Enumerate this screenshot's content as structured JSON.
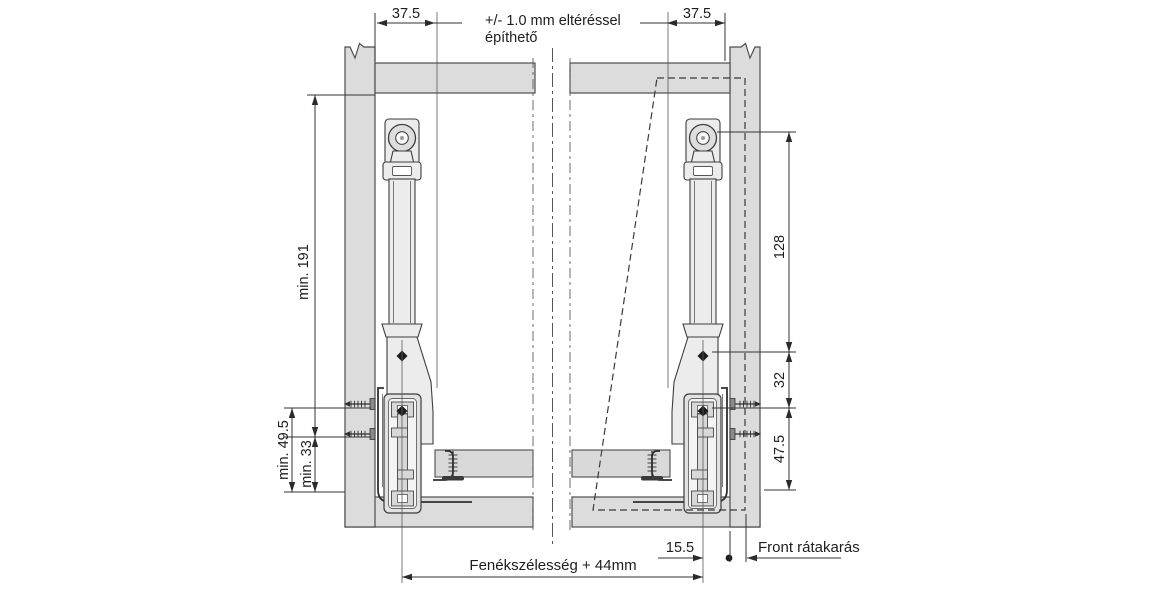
{
  "diagram": {
    "kind": "drawer-slide-mounting-cross-section",
    "labels": {
      "top_left_width": "37.5",
      "top_right_width": "37.5",
      "tolerance_note_line1": "+/- 1.0 mm eltéréssel",
      "tolerance_note_line2": "építhető",
      "left_min_height": "min. 191",
      "left_min_outer": "min. 49.5",
      "left_min_inner": "min. 33",
      "right_upper": "128",
      "right_middle": "32",
      "right_lower": "47.5",
      "bottom_inset": "15.5",
      "bottom_width_formula": "Fenékszélesség + 44mm",
      "front_overlay": "Front rátakarás"
    },
    "colors": {
      "background": "#ffffff",
      "panel_fill": "#dcdcdc",
      "outline": "#4d4d4d",
      "dimension_line": "#333333",
      "text": "#1d1d1d"
    }
  }
}
